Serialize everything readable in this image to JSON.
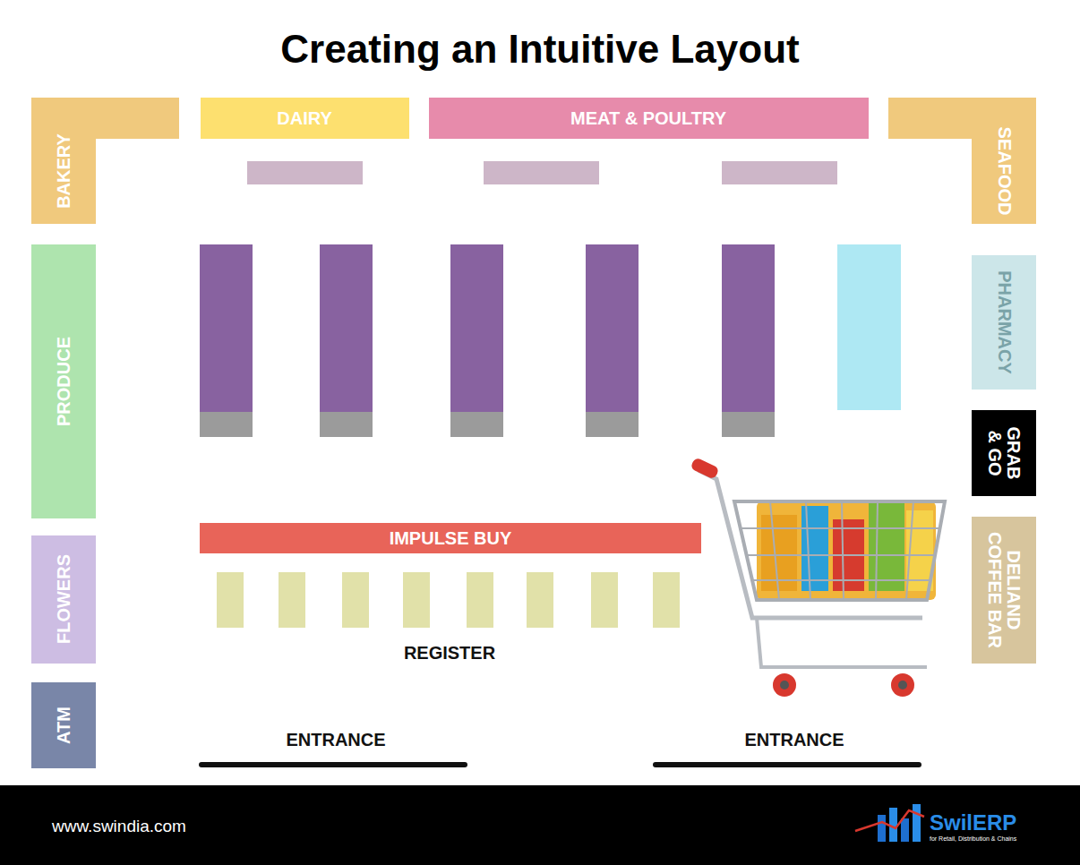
{
  "diagram": {
    "title": "Creating an Intuitive Layout",
    "nodes": [
      {
        "text": [
          "BAKERY"
        ]
      },
      {
        "text": [
          "DAIRY"
        ]
      },
      {
        "text": [
          "MEAT & POULTRY"
        ]
      },
      {
        "text": [
          "SEAFOOD"
        ]
      },
      {
        "text": [
          "PRODUCE"
        ]
      },
      {
        "text": [
          "PHARMACY"
        ]
      },
      {
        "text": [
          "GRAB & GO"
        ]
      },
      {
        "text": [
          "FLOWERS"
        ]
      },
      {
        "text": [
          "DELIAND COFFEE BAR"
        ]
      },
      {
        "text": [
          "IMPULSE BUY"
        ]
      },
      {
        "text": [
          "ATM"
        ]
      }
    ],
    "labels": [
      "REGISTER",
      "ENTRANCE",
      "ENTRANCE",
      "www.swindia.com",
      "SwilERP",
      "for Retail, Distribution & Chains"
    ]
  }
}
